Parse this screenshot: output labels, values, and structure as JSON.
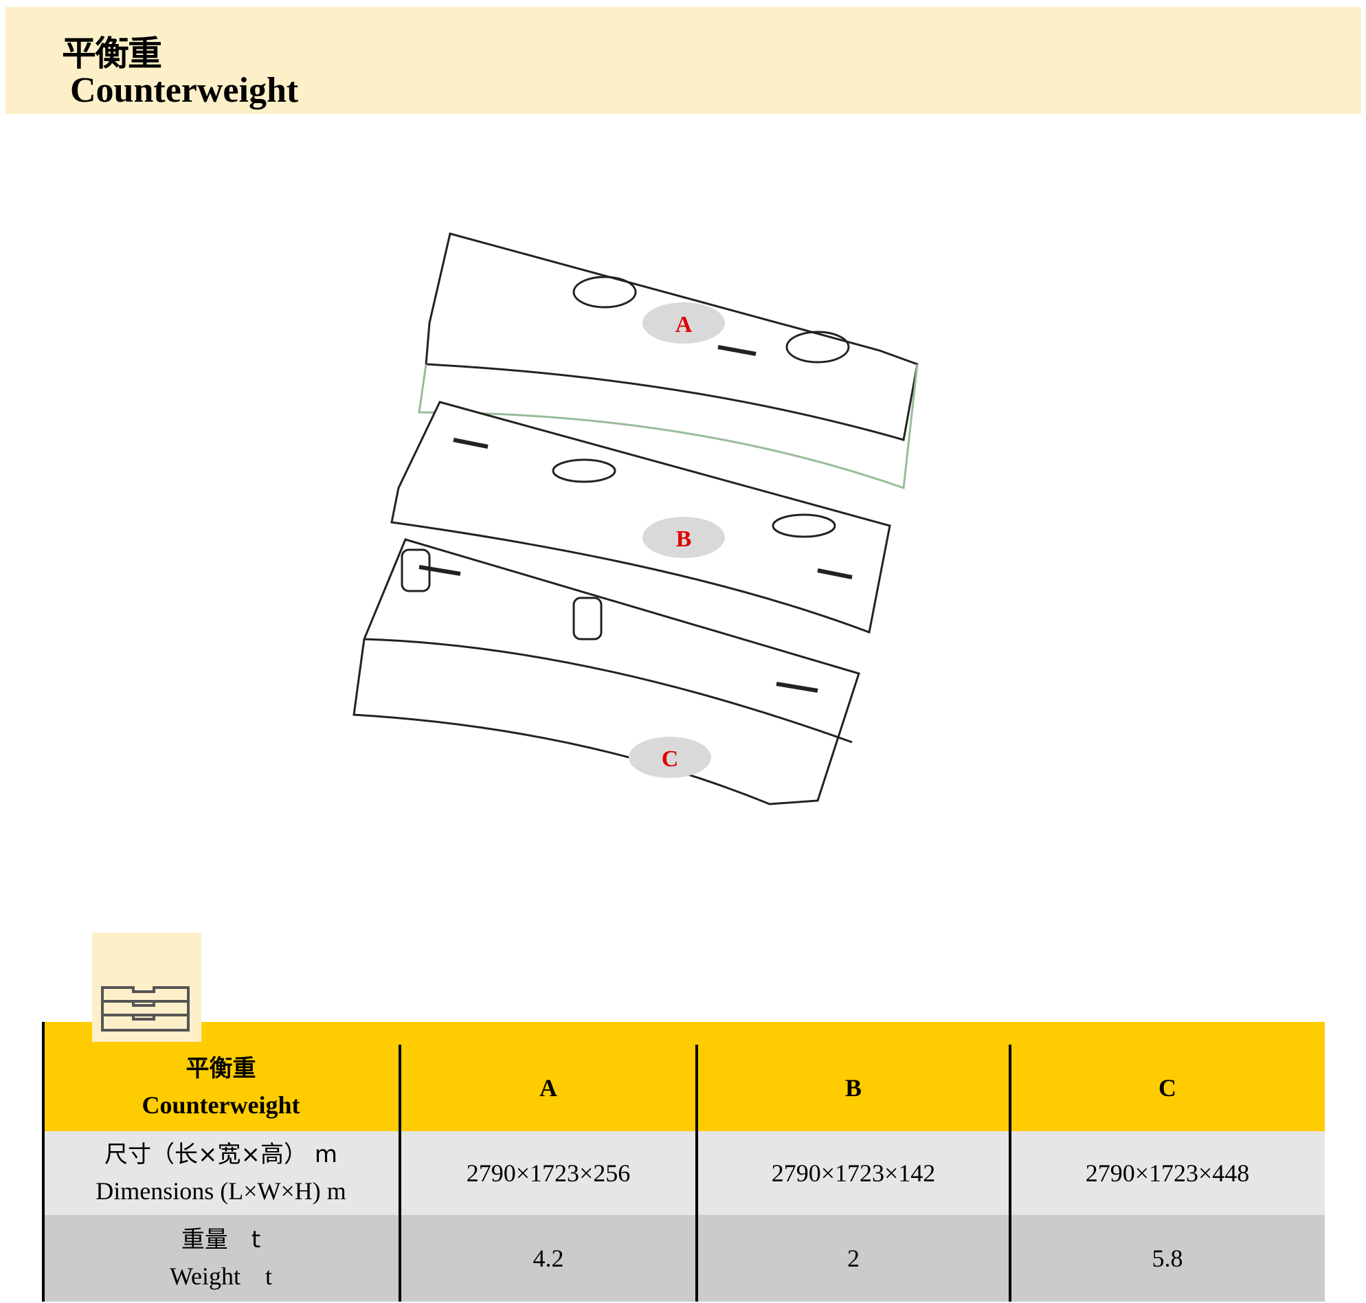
{
  "header": {
    "title_cn": "平衡重",
    "title_en": "Counterweight"
  },
  "figure": {
    "labels": [
      "A",
      "B",
      "C"
    ],
    "label_color": "#e00000"
  },
  "table": {
    "header": {
      "label_cn": "平衡重",
      "label_en": "Counterweight",
      "cols": [
        "A",
        "B",
        "C"
      ]
    },
    "rows": [
      {
        "label_cn": "尺寸（长×宽×高） m",
        "label_en": "Dimensions (L×W×H) m",
        "values": [
          "2790×1723×256",
          "2790×1723×142",
          "2790×1723×448"
        ]
      },
      {
        "label_cn": "重量　t",
        "label_en": "Weight　t",
        "values": [
          "4.2",
          "2",
          "5.8"
        ]
      }
    ]
  }
}
